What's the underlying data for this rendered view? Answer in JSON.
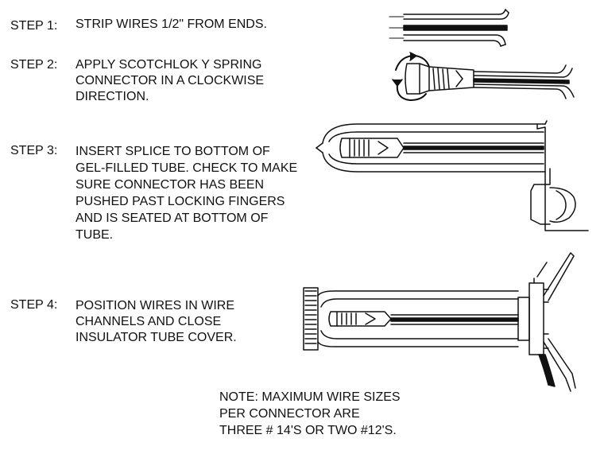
{
  "steps": [
    {
      "label": "STEP 1:",
      "text": "STRIP WIRES 1/2\" FROM ENDS."
    },
    {
      "label": "STEP 2:",
      "text": "APPLY SCOTCHLOK Y SPRING\nCONNECTOR IN A CLOCKWISE\nDIRECTION."
    },
    {
      "label": "STEP 3:",
      "text": "INSERT SPLICE TO BOTTOM OF\nGEL-FILLED TUBE. CHECK TO MAKE\nSURE CONNECTOR HAS BEEN\nPUSHED PAST LOCKING FINGERS\nAND IS SEATED AT BOTTOM OF\nTUBE."
    },
    {
      "label": "STEP 4:",
      "text": "POSITION WIRES IN WIRE\nCHANNELS AND CLOSE\nINSULATOR TUBE COVER."
    }
  ],
  "note": "NOTE: MAXIMUM WIRE  SIZES\nPER CONNECTOR  ARE\nTHREE # 14'S  OR TWO #12'S.",
  "colors": {
    "ink": "#111111",
    "background": "#ffffff"
  }
}
